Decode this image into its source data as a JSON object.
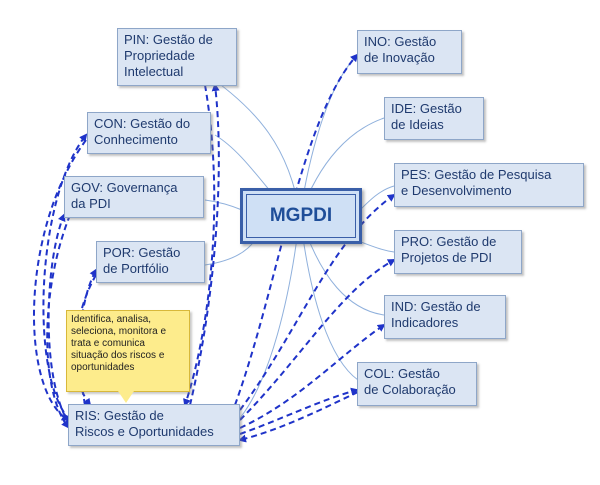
{
  "center": {
    "label": "MGPDI"
  },
  "nodes": {
    "pin": {
      "line1": "PIN: Gestão de",
      "line2": "Propriedade",
      "line3": "Intelectual"
    },
    "con": {
      "line1": "CON: Gestão do",
      "line2": "Conhecimento"
    },
    "gov": {
      "line1": "GOV: Governança",
      "line2": "da PDI"
    },
    "por": {
      "line1": "POR: Gestão",
      "line2": "de Portfólio"
    },
    "ris": {
      "line1": "RIS: Gestão de",
      "line2": "Riscos e Oportunidades"
    },
    "ino": {
      "line1": "INO: Gestão",
      "line2": "de Inovação"
    },
    "ide": {
      "line1": "IDE: Gestão",
      "line2": "de Ideias"
    },
    "pes": {
      "line1": "PES: Gestão de Pesquisa",
      "line2": "e Desenvolvimento"
    },
    "pro": {
      "line1": "PRO: Gestão de",
      "line2": "Projetos de PDI"
    },
    "ind": {
      "line1": "IND: Gestão de",
      "line2": "Indicadores"
    },
    "col": {
      "line1": "COL: Gestão",
      "line2": "de Colaboração"
    }
  },
  "note": {
    "line1": "Identifica, analisa,",
    "line2": "seleciona, monitora e",
    "line3": "trata e comunica",
    "line4": "situação dos riscos e",
    "line5": "oportunidades"
  },
  "colors": {
    "box_fill": "#dbe5f3",
    "box_border": "#8ea6c8",
    "text": "#1f3a6e",
    "dashed_arrow": "#1f33c9",
    "solid_line": "#8fb0dc",
    "note_fill": "#fdec8c"
  }
}
